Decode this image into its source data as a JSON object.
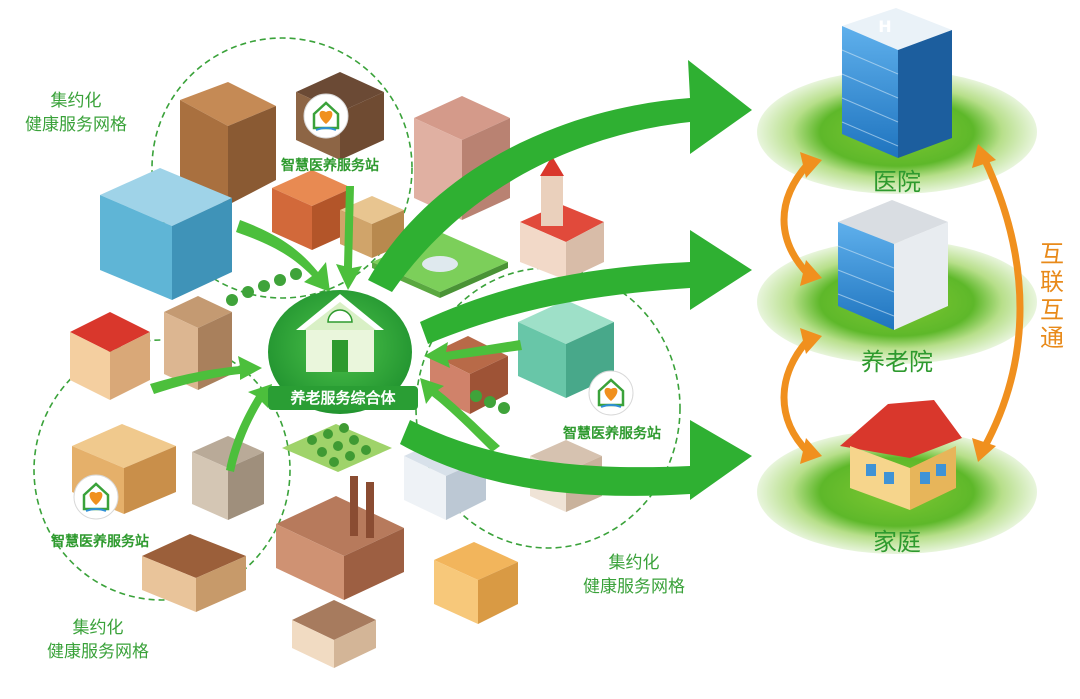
{
  "hub": {
    "label": "养老服务综合体"
  },
  "stations": [
    {
      "label": "智慧医养服务站"
    },
    {
      "label": "智慧医养服务站"
    },
    {
      "label": "智慧医养服务站"
    }
  ],
  "grids": [
    {
      "line1": "集约化",
      "line2": "健康服务网格"
    },
    {
      "line1": "集约化",
      "line2": "健康服务网格"
    },
    {
      "line1": "集约化",
      "line2": "健康服务网格"
    }
  ],
  "nodes": [
    {
      "label": "医院"
    },
    {
      "label": "养老院"
    },
    {
      "label": "家庭"
    }
  ],
  "interconnect": {
    "chars": [
      "互",
      "联",
      "互",
      "通"
    ]
  },
  "colors": {
    "green_arrow": "#2fb032",
    "orange_arrow": "#f0901e",
    "hub_green": "#2a9e34",
    "text_green": "#2e9a2e",
    "text_orange": "#e88a1a",
    "hospital_blue": "#2f8fd6",
    "roof_red": "#d9372c"
  },
  "icons": [
    "heart-house-logo",
    "hospital-cross-icon"
  ]
}
